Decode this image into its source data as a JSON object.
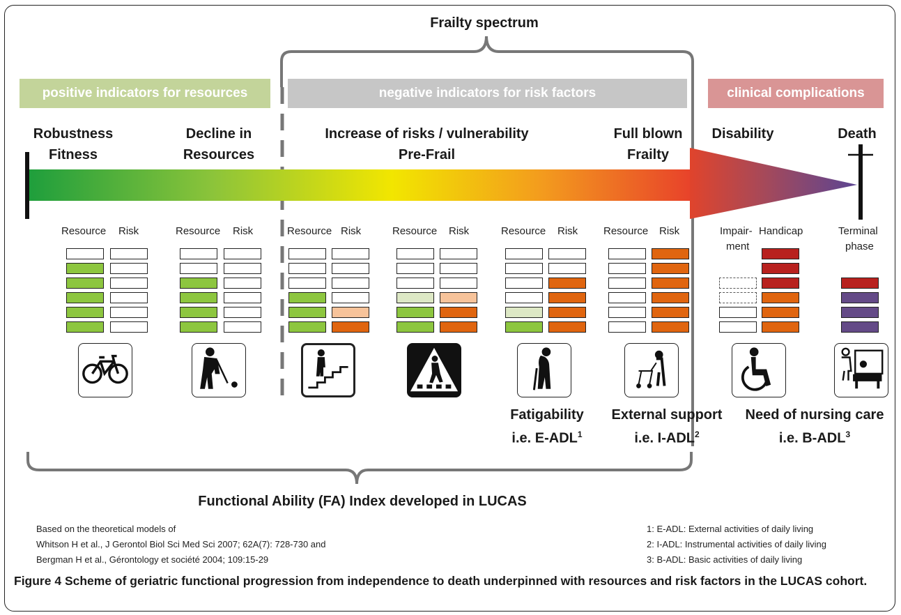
{
  "frailty_title": "Frailty spectrum",
  "banners": {
    "positive": "positive indicators for resources",
    "negative": "negative indicators for risk factors",
    "clinical": "clinical complications"
  },
  "banner_colors": {
    "positive": "#c3d49a",
    "negative": "#c6c6c6",
    "clinical": "#d99595"
  },
  "stages": [
    {
      "line1": "Robustness",
      "line2": "Fitness"
    },
    {
      "line1": "Decline in",
      "line2": "Resources"
    },
    {
      "line1": "Increase of risks / vulnerability",
      "line2": "Pre-Frail"
    },
    {
      "line1": "Full blown",
      "line2": "Frailty"
    },
    {
      "line1": "Disability",
      "line2": ""
    },
    {
      "line1": "Death",
      "line2": ""
    }
  ],
  "column_labels": {
    "resource": "Resource",
    "risk": "Risk"
  },
  "column_header_groups": [
    {
      "a": "Resource",
      "b": "Risk"
    },
    {
      "a": "Resource",
      "b": "Risk"
    },
    {
      "a": "Resource",
      "b": "Risk"
    },
    {
      "a": "Resource",
      "b": "Risk"
    },
    {
      "a": "Resource",
      "b": "Risk"
    },
    {
      "a": "Resource",
      "b": "Risk"
    }
  ],
  "disability_labels": {
    "impair_1": "Impair-",
    "impair_2": "ment",
    "handicap": "Handicap"
  },
  "terminal_labels": {
    "line1": "Terminal",
    "line2": "phase"
  },
  "colors": {
    "green": "#8dc63f",
    "light_green": "#dde8c5",
    "orange": "#e0650f",
    "light_orange": "#f7c39a",
    "red": "#b8211e",
    "purple": "#644a87",
    "white": "#ffffff"
  },
  "box_groups": [
    {
      "resource": [
        "white",
        "green",
        "green",
        "green",
        "green",
        "green"
      ],
      "risk": [
        "white",
        "white",
        "white",
        "white",
        "white",
        "white"
      ]
    },
    {
      "resource": [
        "white",
        "white",
        "green",
        "green",
        "green",
        "green"
      ],
      "risk": [
        "white",
        "white",
        "white",
        "white",
        "white",
        "white"
      ]
    },
    {
      "resource": [
        "white",
        "white",
        "white",
        "green",
        "green",
        "green"
      ],
      "risk": [
        "white",
        "white",
        "white",
        "white",
        "light_orange",
        "orange"
      ]
    },
    {
      "resource": [
        "white",
        "white",
        "white",
        "light_green",
        "green",
        "green"
      ],
      "risk": [
        "white",
        "white",
        "white",
        "light_orange",
        "orange",
        "orange"
      ]
    },
    {
      "resource": [
        "white",
        "white",
        "white",
        "white",
        "light_green",
        "green"
      ],
      "risk": [
        "white",
        "white",
        "orange",
        "orange",
        "orange",
        "orange"
      ]
    },
    {
      "resource": [
        "white",
        "white",
        "white",
        "white",
        "white",
        "white"
      ],
      "risk": [
        "orange",
        "orange",
        "orange",
        "orange",
        "orange",
        "orange"
      ]
    }
  ],
  "icons": [
    "bicycle-icon",
    "golfer-icon",
    "stairs-icon",
    "pedestrian-crossing-icon",
    "elderly-cane-icon",
    "walker-icon",
    "wheelchair-icon",
    "nursing-bed-icon"
  ],
  "needs": [
    {
      "line1": "Fatigability",
      "line2": "i.e. E-ADL",
      "sup": "1"
    },
    {
      "line1": "External support",
      "line2": "i.e. I-ADL",
      "sup": "2"
    },
    {
      "line1": "Need of nursing care",
      "line2": "i.e. B-ADL",
      "sup": "3"
    }
  ],
  "fa_index_label": "Functional Ability (FA) Index developed in LUCAS",
  "references": [
    "Based on the theoretical models of",
    "Whitson H et al., J Gerontol Biol Sci Med Sci 2007; 62A(7): 728-730 and",
    "Bergman H et al., Gérontology et société 2004; 109:15-29"
  ],
  "footnotes": [
    "1: E-ADL: External activities of daily living",
    "2: I-ADL:  Instrumental activities of daily living",
    "3: B-ADL: Basic activities of daily living"
  ],
  "caption": {
    "label": "Figure 4",
    "text": " Scheme of geriatric functional progression from independence to death underpinned with resources and risk factors in the LUCAS cohort."
  }
}
